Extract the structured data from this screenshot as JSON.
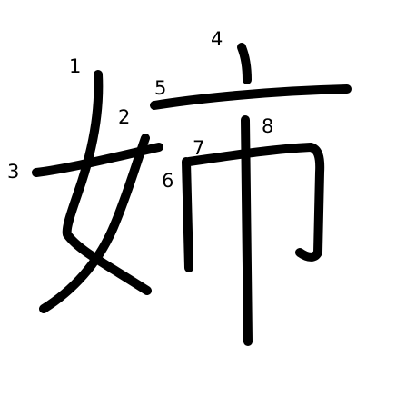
{
  "character": "姉",
  "stroke_color": "#000000",
  "background_color": "#ffffff",
  "strokes": [
    {
      "order": "1"
    },
    {
      "order": "2"
    },
    {
      "order": "3"
    },
    {
      "order": "4"
    },
    {
      "order": "5"
    },
    {
      "order": "6"
    },
    {
      "order": "7"
    },
    {
      "order": "8"
    }
  ]
}
